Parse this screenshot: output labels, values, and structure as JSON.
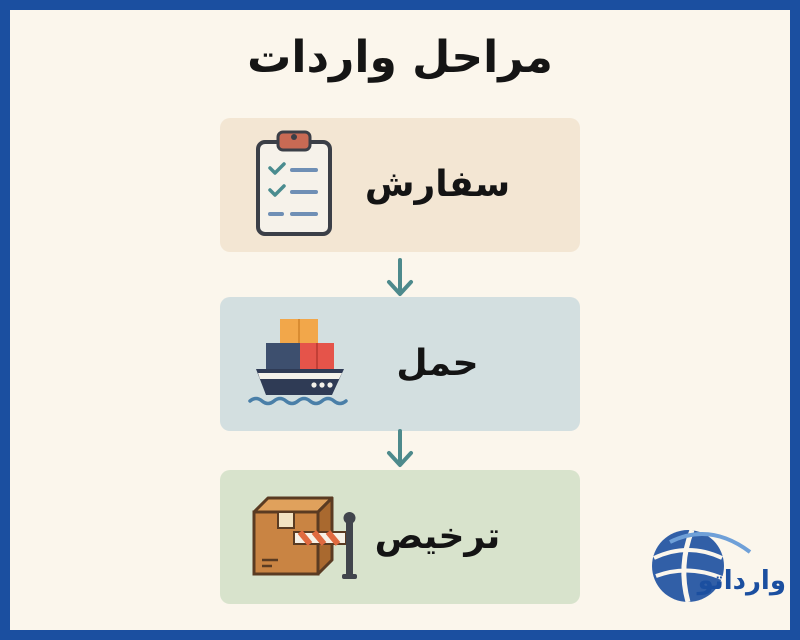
{
  "title": "مراحل واردات",
  "steps": [
    {
      "label": "سفارش",
      "icon": "clipboard-checklist-icon",
      "color": "#f3e6d3"
    },
    {
      "label": "حمل",
      "icon": "cargo-ship-icon",
      "color": "#d3dfe0"
    },
    {
      "label": "ترخیص",
      "icon": "customs-box-barrier-icon",
      "color": "#d8e3cc"
    }
  ],
  "brand": {
    "name": "وارداتو",
    "color": "#1b4fa0"
  },
  "arrow_color": "#4d8a8c"
}
